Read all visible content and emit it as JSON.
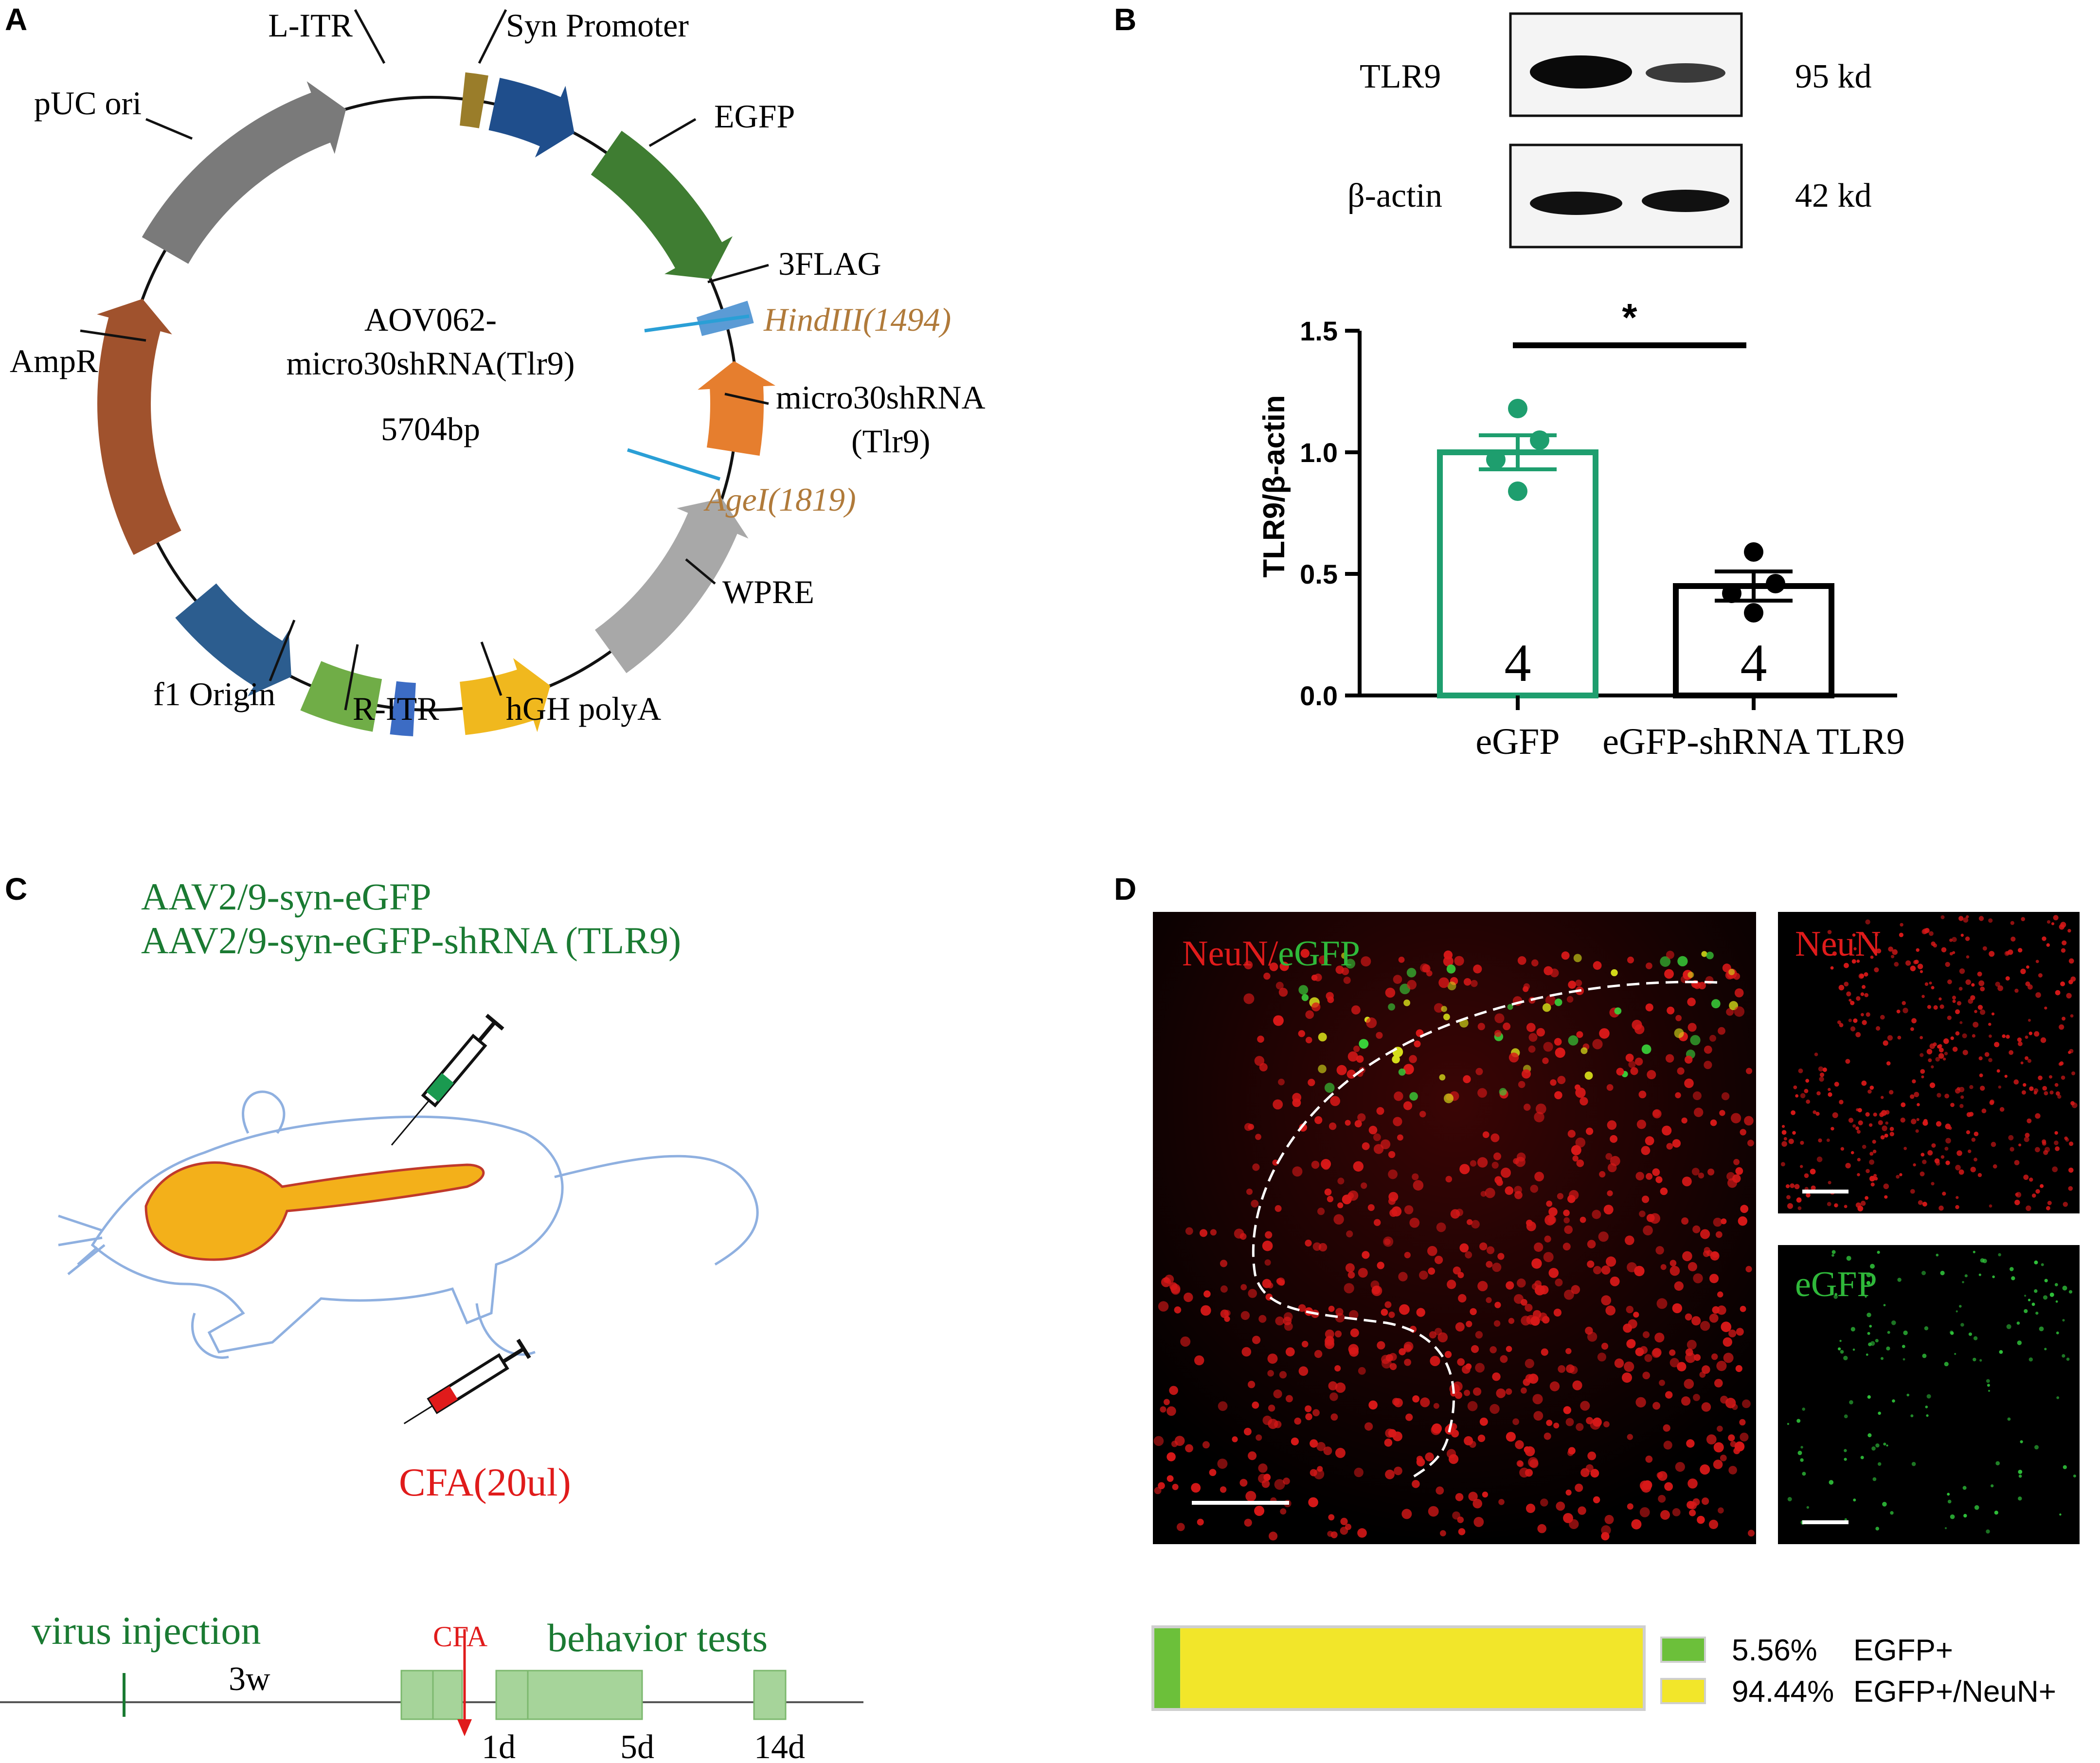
{
  "panel_letters": {
    "a": "A",
    "b": "B",
    "c": "C",
    "d": "D"
  },
  "colors": {
    "green_dark": "#1a7a32",
    "teal": "#1e9e6e",
    "red": "#e01b1b",
    "brown_label": "#b07a3a",
    "yellow": "#f2e62a",
    "green_light": "#6cc03a"
  },
  "panel_a": {
    "plasmid_name_1": "AOV062-",
    "plasmid_name_2": "micro30shRNA(Tlr9)",
    "plasmid_size": "5704bp",
    "labels": {
      "litr": "L-ITR",
      "syn": "Syn Promoter",
      "egfp": "EGFP",
      "flag": "3FLAG",
      "hind": "HindIII(1494)",
      "shrna_1": "micro30shRNA",
      "shrna_2": "(Tlr9)",
      "agei": "AgeI(1819)",
      "wpre": "WPRE",
      "hgh": "hGH polyA",
      "ritr": "R-ITR",
      "f1": "f1 Origin",
      "ampr": "AmpR",
      "puc": "pUC ori"
    }
  },
  "panel_b": {
    "blot": {
      "row1_label": "TLR9",
      "row1_kd": "95 kd",
      "row2_label": "β-actin",
      "row2_kd": "42 kd"
    },
    "significance": "*"
  },
  "chart_data": {
    "type": "bar",
    "categories": [
      "eGFP",
      "eGFP-shRNA TLR9"
    ],
    "values": [
      1.0,
      0.45
    ],
    "sem": [
      0.07,
      0.06
    ],
    "n_labels": [
      "4",
      "4"
    ],
    "points": [
      [
        1.18,
        1.05,
        0.97,
        0.84
      ],
      [
        0.59,
        0.46,
        0.42,
        0.34
      ]
    ],
    "ylabel": "TLR9/β-actin",
    "ylim": [
      0,
      1.5
    ],
    "yticks": [
      "0.0",
      "0.5",
      "1.0",
      "1.5"
    ],
    "bar_colors": [
      "#1e9e6e",
      "#000000"
    ],
    "point_colors": [
      "#1e9e6e",
      "#000000"
    ]
  },
  "panel_c": {
    "virus_1": "AAV2/9-syn-eGFP",
    "virus_2": "AAV2/9-syn-eGFP-shRNA (TLR9)",
    "cfa_dose": "CFA(20ul)",
    "timeline": {
      "virus": "virus injection",
      "weeks": "3w",
      "cfa": "CFA",
      "behavior": "behavior tests",
      "d1": "1d",
      "d5": "5d",
      "d14": "14d"
    }
  },
  "panel_d": {
    "merge_label_red": "NeuN",
    "merge_label_sep": "/",
    "merge_label_green": "eGFP",
    "neun_label": "NeuN",
    "egfp_label": "eGFP",
    "legend": [
      {
        "pct": "5.56%",
        "name": "EGFP+",
        "fraction": 0.0556
      },
      {
        "pct": "94.44%",
        "name": "EGFP+/NeuN+",
        "fraction": 0.9444
      }
    ]
  }
}
